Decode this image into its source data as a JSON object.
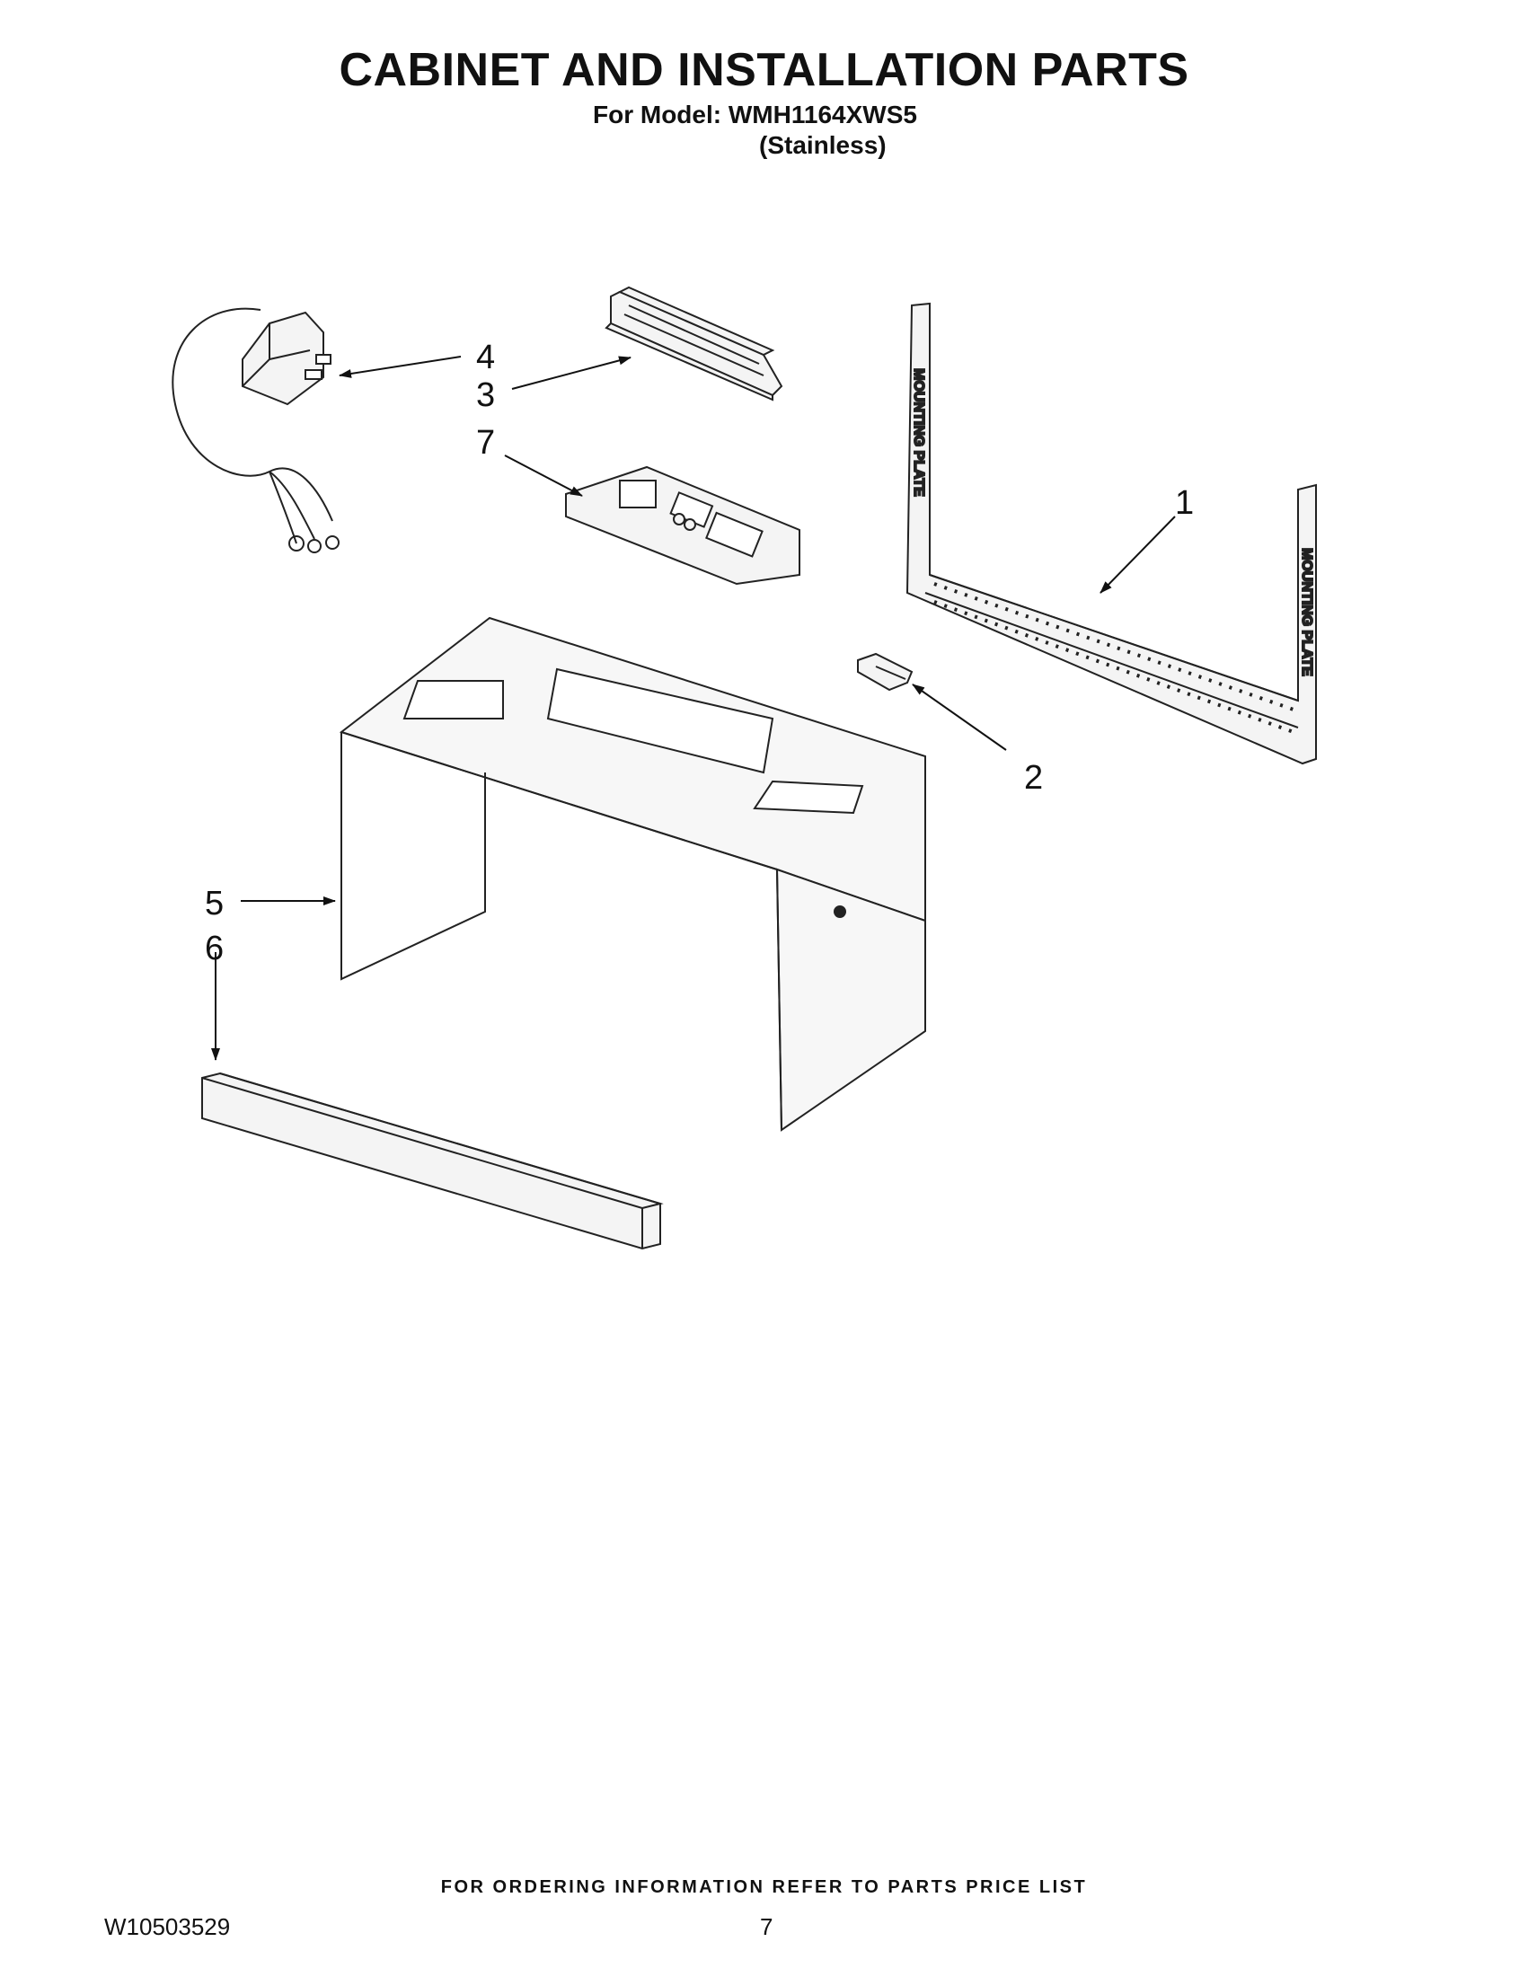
{
  "header": {
    "title": "CABINET AND INSTALLATION PARTS",
    "model_line": "For Model: WMH1164XWS5",
    "finish_line": "(Stainless)"
  },
  "callouts": [
    "1",
    "2",
    "3",
    "4",
    "5",
    "6",
    "7"
  ],
  "plate_label": "MOUNTING PLATE",
  "footer": {
    "ordering_note": "FOR ORDERING INFORMATION REFER TO PARTS PRICE LIST",
    "document_number": "W10503529",
    "page_number": "7"
  }
}
